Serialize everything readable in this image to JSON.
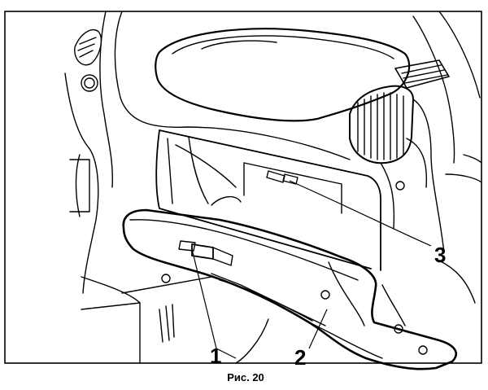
{
  "figure": {
    "caption": "Рис. 20",
    "callouts": [
      {
        "id": "1",
        "label": "1"
      },
      {
        "id": "2",
        "label": "2"
      },
      {
        "id": "3",
        "label": "3"
      }
    ]
  }
}
